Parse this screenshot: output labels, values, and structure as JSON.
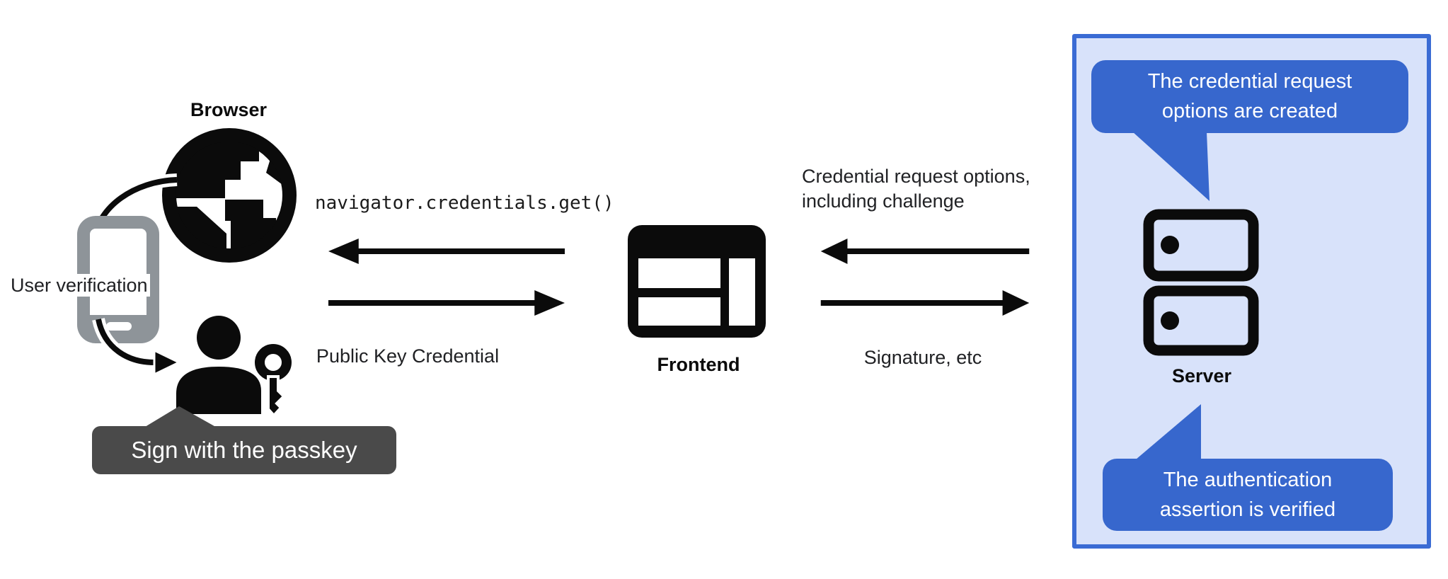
{
  "diagram": {
    "browser": {
      "label": "Browser",
      "sub_label": "User verification",
      "tooltip": "Sign with the passkey"
    },
    "frontend": {
      "label": "Frontend"
    },
    "server": {
      "label": "Server",
      "note_top": {
        "line1": "The credential request",
        "line2": "options are created"
      },
      "note_bottom": {
        "line1": "The authentication",
        "line2": "assertion is verified"
      }
    },
    "flows": {
      "frontend_to_browser": "navigator.credentials.get()",
      "browser_to_frontend": "Public Key Credential",
      "server_to_frontend": {
        "line1": "Credential request options,",
        "line2": "including challenge"
      },
      "frontend_to_server": "Signature, etc"
    }
  },
  "icons": [
    "globe-icon",
    "phone-icon",
    "user-passkey-icon",
    "frontend-window-icon",
    "server-stack-icon",
    "arrow-icons"
  ],
  "colors": {
    "bubble_blue": "#3767cd",
    "panel_bg": "#d8e2fa",
    "panel_border": "#3a6bd4",
    "tooltip_bg": "#4a4a4a",
    "phone_gray": "#8e9499",
    "text_dark": "#202124",
    "icon_black": "#0b0b0b"
  }
}
